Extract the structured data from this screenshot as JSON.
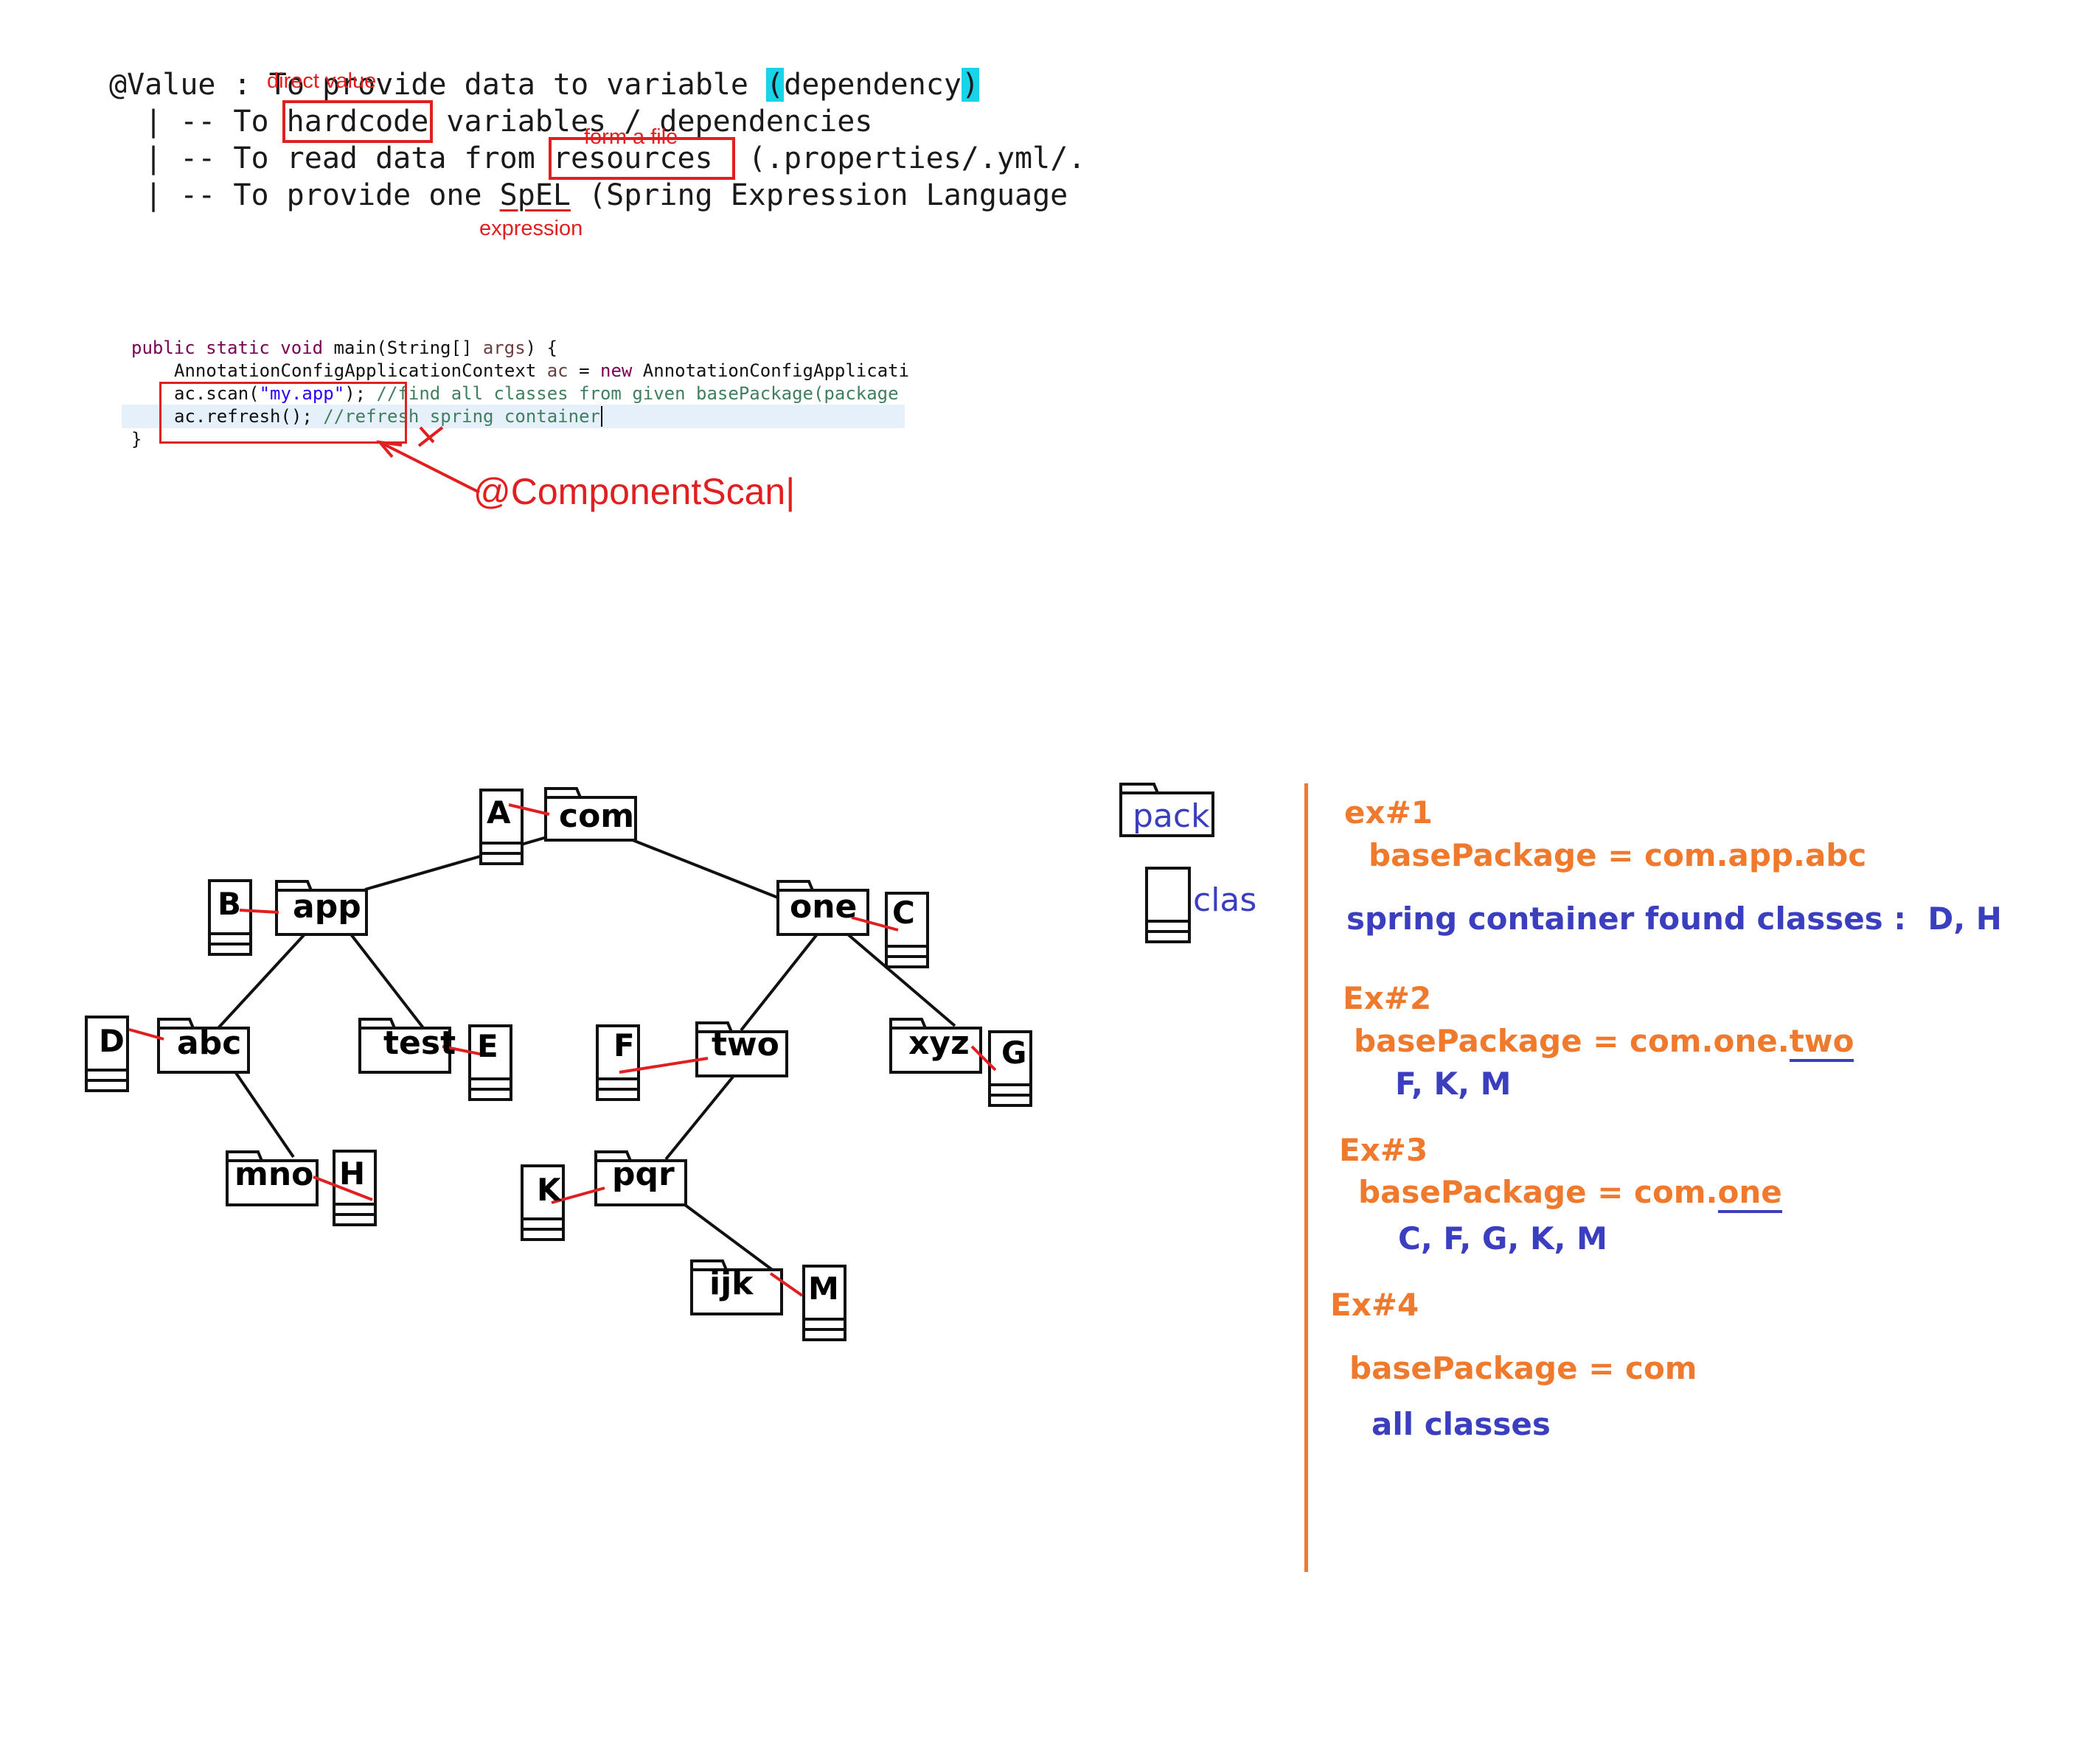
{
  "value_block": {
    "annotation": "@Value",
    "line1_rest_pre": " : To provide data to variable ",
    "line1_paren_open": "(",
    "line1_dependency": "dependency",
    "line1_paren_close": ")",
    "note_direct_value": "direct value",
    "line2_prefix": "| -- To ",
    "line2_hardcode": "hardcode",
    "line2_suffix": " variables / dependencies",
    "note_form_a_file": "form a file",
    "line3_prefix": "| -- To read data from ",
    "line3_resources": "resources ",
    "line3_suffix": " (.properties/.yml/.",
    "line4_prefix": "| -- To provide one ",
    "line4_spel": "SpEL",
    "line4_suffix": " (Spring Expression Language",
    "note_expression": "expression"
  },
  "code_block": {
    "line1_kw": "public static void ",
    "line1_rest": "main(String[] ",
    "line1_var": "args",
    "line1_end": ") {",
    "line2_a": "AnnotationConfigApplicationContext ",
    "line2_var": "ac",
    "line2_b": " = ",
    "line2_kw": "new",
    "line2_c": " AnnotationConfigApplicati",
    "line3_a": "ac.scan(",
    "line3_str": "\"my.app\"",
    "line3_b": "); ",
    "line3_cmt": "//find all classes from given basePackage(package",
    "line4_a": "ac.refresh(); ",
    "line4_cmt": "//refresh spring container",
    "line5": "}",
    "annotation_label": "@ComponentScan|"
  },
  "tree": {
    "packages": {
      "com": "com",
      "app": "app",
      "one": "one",
      "abc": "abc",
      "test": "test",
      "two": "two",
      "xyz": "xyz",
      "mno": "mno",
      "pqr": "pqr",
      "ijk": "ijk"
    },
    "classes": {
      "A": "A",
      "B": "B",
      "C": "C",
      "D": "D",
      "E": "E",
      "F": "F",
      "G": "G",
      "H": "H",
      "K": "K",
      "M": "M"
    }
  },
  "legend": {
    "package_label": "pack",
    "class_label": "clas"
  },
  "examples": [
    {
      "title": "ex#1",
      "base": "basePackage = com.app.abc",
      "result": "spring container found classes :  D, H"
    },
    {
      "title": "Ex#2",
      "base_prefix": "basePackage = com.one.",
      "base_ul": "two",
      "result": "F, K, M"
    },
    {
      "title": "Ex#3",
      "base_prefix": "basePackage = com.",
      "base_ul": "one",
      "result": "C, F, G, K, M"
    },
    {
      "title": "Ex#4",
      "base": "basePackage = com",
      "result": "all classes"
    }
  ],
  "colors": {
    "accent_red": "#e02020",
    "orange": "#ef7a2e",
    "blue": "#3b3fbf",
    "highlight_cyan": "#19d4e8"
  }
}
